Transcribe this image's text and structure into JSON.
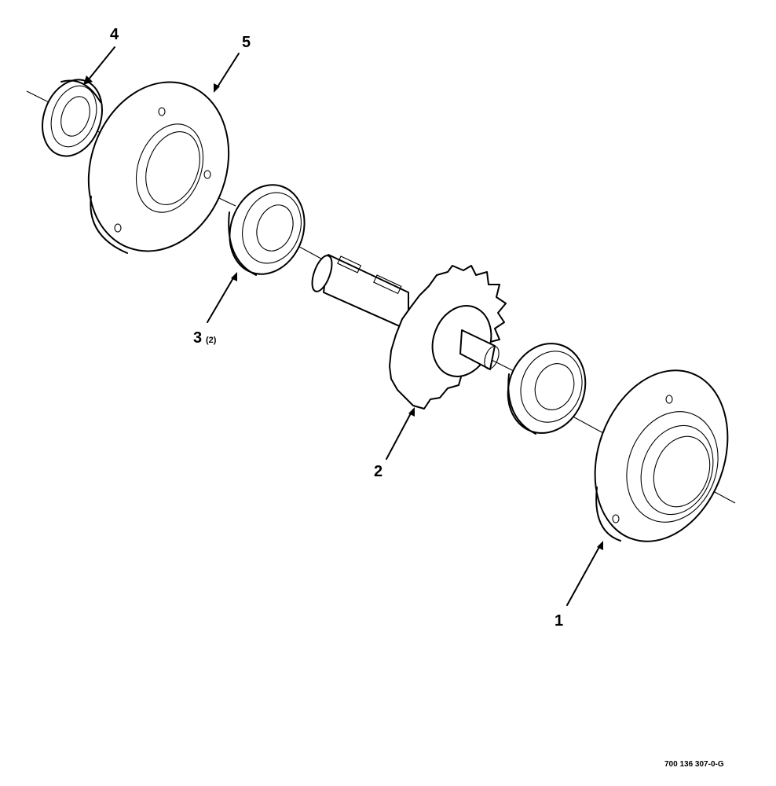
{
  "callouts": {
    "part1": "1",
    "part2": "2",
    "part3": "3",
    "part3_qty": "(2)",
    "part4": "4",
    "part5": "5"
  },
  "document_number": "700 136 307-0-G"
}
